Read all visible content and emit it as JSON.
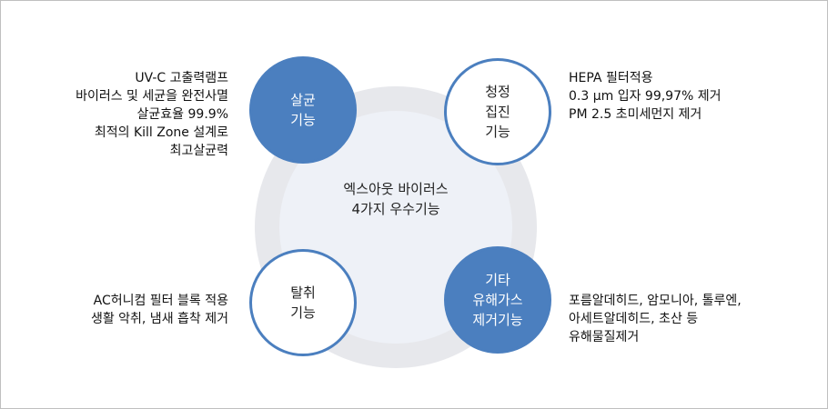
{
  "center": {
    "line1": "엑스아웃 바이러스",
    "line2": "4가지 우수기능"
  },
  "colors": {
    "node_blue": "#4b7fbf",
    "bg_outer": "#e7e8ec",
    "bg_inner": "#eef1f7"
  },
  "nodes": {
    "top_left": {
      "label": "살균\n기능"
    },
    "top_right": {
      "label": "청정\n집진\n기능"
    },
    "bottom_left": {
      "label": "탈취\n기능"
    },
    "bottom_right": {
      "label": "기타\n유해가스\n제거기능"
    }
  },
  "descriptions": {
    "top_left": [
      "UV-C 고출력램프",
      "바이러스 및 세균을 완전사멸",
      "살균효율 99.9%",
      "최적의 Kill Zone 설계로",
      "최고살균력"
    ],
    "top_right": [
      "HEPA 필터적용",
      "0.3 μm 입자 99,97% 제거",
      "PM 2.5 초미세먼지 제거"
    ],
    "bottom_left": [
      "AC허니컴 필터 블록 적용",
      "생활 악취, 냄새 흡착 제거"
    ],
    "bottom_right": [
      "포름알데히드, 암모니아, 톨루엔,",
      "아세트알데히드, 초산 등",
      "유해물질제거"
    ]
  }
}
